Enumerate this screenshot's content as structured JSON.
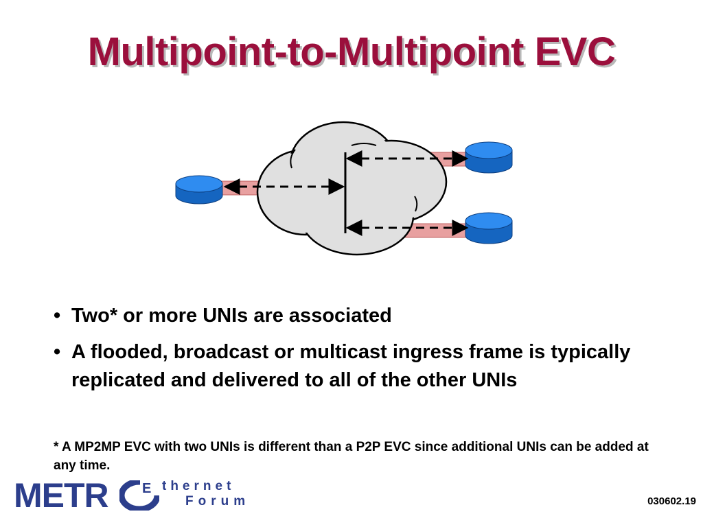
{
  "title": "Multipoint-to-Multipoint EVC",
  "bullets": [
    "Two* or more UNIs are associated",
    "A flooded, broadcast or multicast ingress frame is typically replicated and delivered to all of the other UNIs"
  ],
  "bullet_marker": "•",
  "footnote": "* A MP2MP EVC with two UNIs is different than a P2P EVC since additional UNIs can be added at any time.",
  "logo": {
    "metr": "METR",
    "e": "E",
    "ethernet": "thernet",
    "forum": "Forum"
  },
  "slide_number": "030602.19",
  "colors": {
    "title": "#9b0f3c",
    "node": "#1f7fe0",
    "link": "#e8a0a0",
    "cloud": "#e0e0e0",
    "logo": "#2c3e8c"
  }
}
